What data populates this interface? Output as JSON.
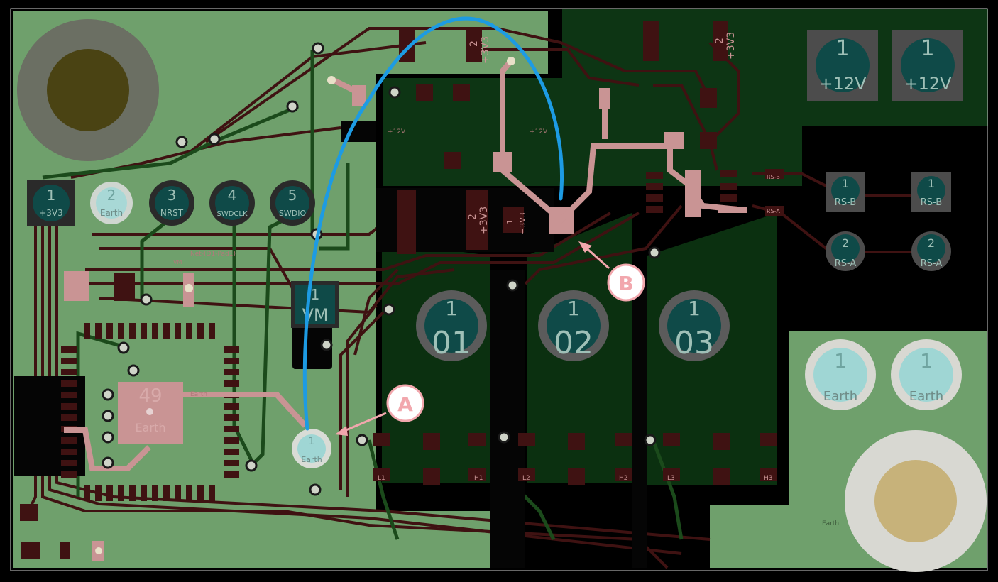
{
  "colors": {
    "board_green": "#6fa06c",
    "zone_dark": "#0d2f12",
    "copper_trace": "#3f1212",
    "front_trace": "#1e4a1e",
    "pink_pad": "#c99494",
    "highlight_wire": "#1d9be3",
    "callout": "#f2a7ad",
    "teal_pad": "#0f4a48"
  },
  "pads": {
    "p3v3": {
      "num": "1",
      "label": "+3V3"
    },
    "earth2": {
      "num": "2",
      "label": "Earth"
    },
    "nrst": {
      "num": "3",
      "label": "NRST"
    },
    "swdclk": {
      "num": "4",
      "label": "SWDCLK"
    },
    "swdio": {
      "num": "5",
      "label": "SWDIO"
    },
    "vm": {
      "num": "1",
      "label": "VM"
    },
    "earthA": {
      "num": "1",
      "label": "Earth"
    },
    "o1": {
      "num": "1",
      "label": "01"
    },
    "o2": {
      "num": "1",
      "label": "02"
    },
    "o3": {
      "num": "1",
      "label": "03"
    },
    "v12a": {
      "num": "1",
      "label": "+12V"
    },
    "v12b": {
      "num": "1",
      "label": "+12V"
    },
    "rsb1": {
      "num": "1",
      "label": "RS-B"
    },
    "rsb2": {
      "num": "1",
      "label": "RS-B"
    },
    "rsa1": {
      "num": "2",
      "label": "RS-A"
    },
    "rsa2": {
      "num": "2",
      "label": "RS-A"
    },
    "earthR1": {
      "num": "1",
      "label": "Earth"
    },
    "earthR2": {
      "num": "1",
      "label": "Earth"
    },
    "gnd49": {
      "num": "49",
      "label": "Earth"
    }
  },
  "silk": {
    "p3v3_conn_num": "2",
    "p3v3_conn_lbl": "+3V3",
    "p3v3_conn2_num": "2",
    "p3v3_conn2_lbl": "+3V3",
    "p3v3_conn3_num": "2",
    "p3v3_conn3_lbl": "+3V3",
    "p3v3_small_num": "1",
    "p3v3_small_lbl": "+3V3",
    "net_d1": "Net-(D1-Pad1)",
    "v12_label": "+12V",
    "earth_label": "Earth",
    "l1": "L1",
    "l2": "L2",
    "l3": "L3",
    "h1": "H1",
    "h2": "H2",
    "h3": "H3",
    "rs_b": "RS-B",
    "rs_a": "RS-A",
    "vm_small": "VM",
    "earth_small": "Earth"
  },
  "callouts": {
    "a": "A",
    "b": "B"
  }
}
